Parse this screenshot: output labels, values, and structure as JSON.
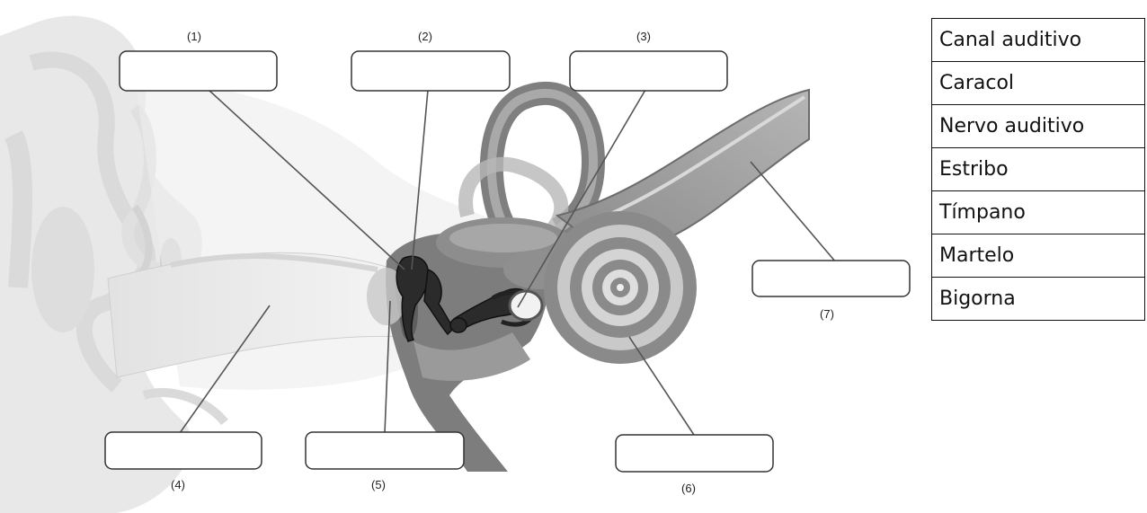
{
  "labels": {
    "n1": "(1)",
    "n2": "(2)",
    "n3": "(3)",
    "n4": "(4)",
    "n5": "(5)",
    "n6": "(6)",
    "n7": "(7)"
  },
  "word_bank": [
    "Canal auditivo",
    "Caracol",
    "Nervo auditivo",
    "Estribo",
    "Tímpano",
    "Martelo",
    "Bigorna"
  ]
}
